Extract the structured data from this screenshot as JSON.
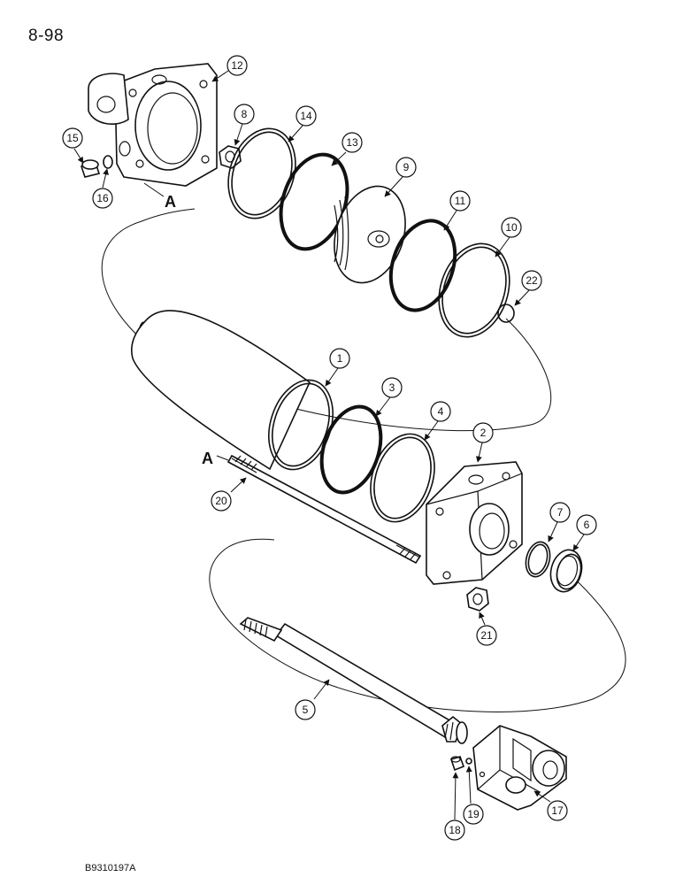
{
  "page_number": "8-98",
  "figure_code": "B9310197A",
  "reference_marker": "A",
  "callouts": [
    "1",
    "2",
    "3",
    "4",
    "5",
    "6",
    "7",
    "8",
    "9",
    "10",
    "11",
    "12",
    "13",
    "14",
    "15",
    "16",
    "17",
    "18",
    "19",
    "20",
    "21",
    "22"
  ]
}
